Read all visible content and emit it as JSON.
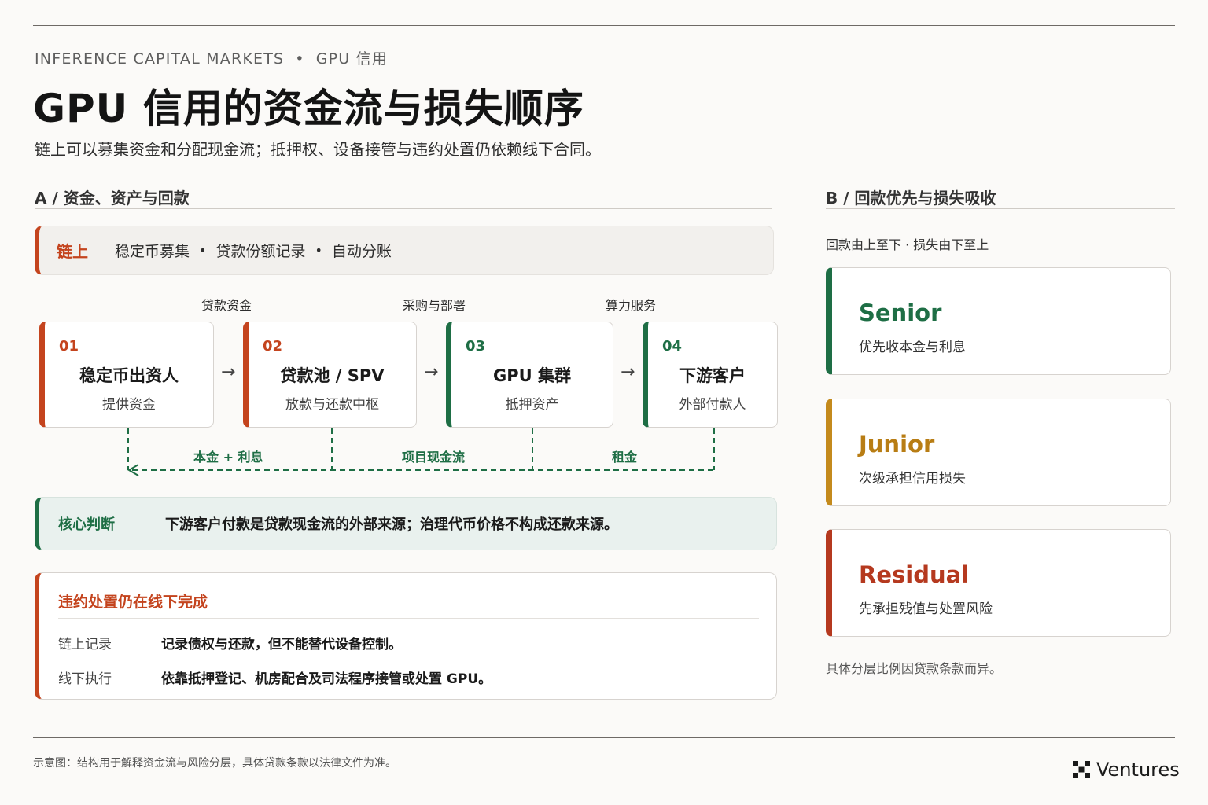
{
  "header": {
    "kicker_left": "INFERENCE CAPITAL MARKETS",
    "kicker_sep": "•",
    "kicker_right": "GPU 信用",
    "title": "GPU 信用的资金流与损失顺序",
    "subtitle": "链上可以募集资金和分配现金流；抵押权、设备接管与违约处置仍依赖线下合同。"
  },
  "section_a": {
    "heading": "A / 资金、资产与回款",
    "onchain": {
      "tag": "链上",
      "items": [
        "稳定币募集",
        "贷款份额记录",
        "自动分账"
      ],
      "sep": "•"
    },
    "flow_labels": [
      "贷款资金",
      "采购与部署",
      "算力服务"
    ],
    "arrow": "→",
    "nodes": [
      {
        "num": "01",
        "name": "稳定币出资人",
        "sub": "提供资金"
      },
      {
        "num": "02",
        "name": "贷款池 / SPV",
        "sub": "放款与还款中枢"
      },
      {
        "num": "03",
        "name": "GPU 集群",
        "sub": "抵押资产"
      },
      {
        "num": "04",
        "name": "下游客户",
        "sub": "外部付款人"
      }
    ],
    "return_labels": [
      "本金 + 利息",
      "项目现金流",
      "租金"
    ],
    "core": {
      "tag": "核心判断",
      "text": "下游客户付款是贷款现金流的外部来源；治理代币价格不构成还款来源。"
    },
    "offline": {
      "heading": "违约处置仍在线下完成",
      "rows": [
        {
          "key": "链上记录",
          "value": "记录债权与还款，但不能替代设备控制。"
        },
        {
          "key": "线下执行",
          "value": "依靠抵押登记、机房配合及司法程序接管或处置 GPU。"
        }
      ]
    }
  },
  "section_b": {
    "heading": "B / 回款优先与损失吸收",
    "caption": "回款由上至下 · 损失由下至上",
    "tiers": [
      {
        "name": "Senior",
        "desc": "优先收本金与利息",
        "color": "#1e6e45"
      },
      {
        "name": "Junior",
        "desc": "次级承担信用损失",
        "color": "#c48a1c"
      },
      {
        "name": "Residual",
        "desc": "先承担残值与处置风险",
        "color": "#b5391f"
      }
    ],
    "note": "具体分层比例因贷款条款而异。"
  },
  "footer": {
    "note": "示意图：结构用于解释资金流与风险分层，具体贷款条款以法律文件为准。",
    "brand": "Ventures"
  },
  "colors": {
    "accent_red": "#c4441e",
    "accent_green": "#1e6e45",
    "accent_gold": "#c48a1c",
    "residual_red": "#b5391f"
  }
}
